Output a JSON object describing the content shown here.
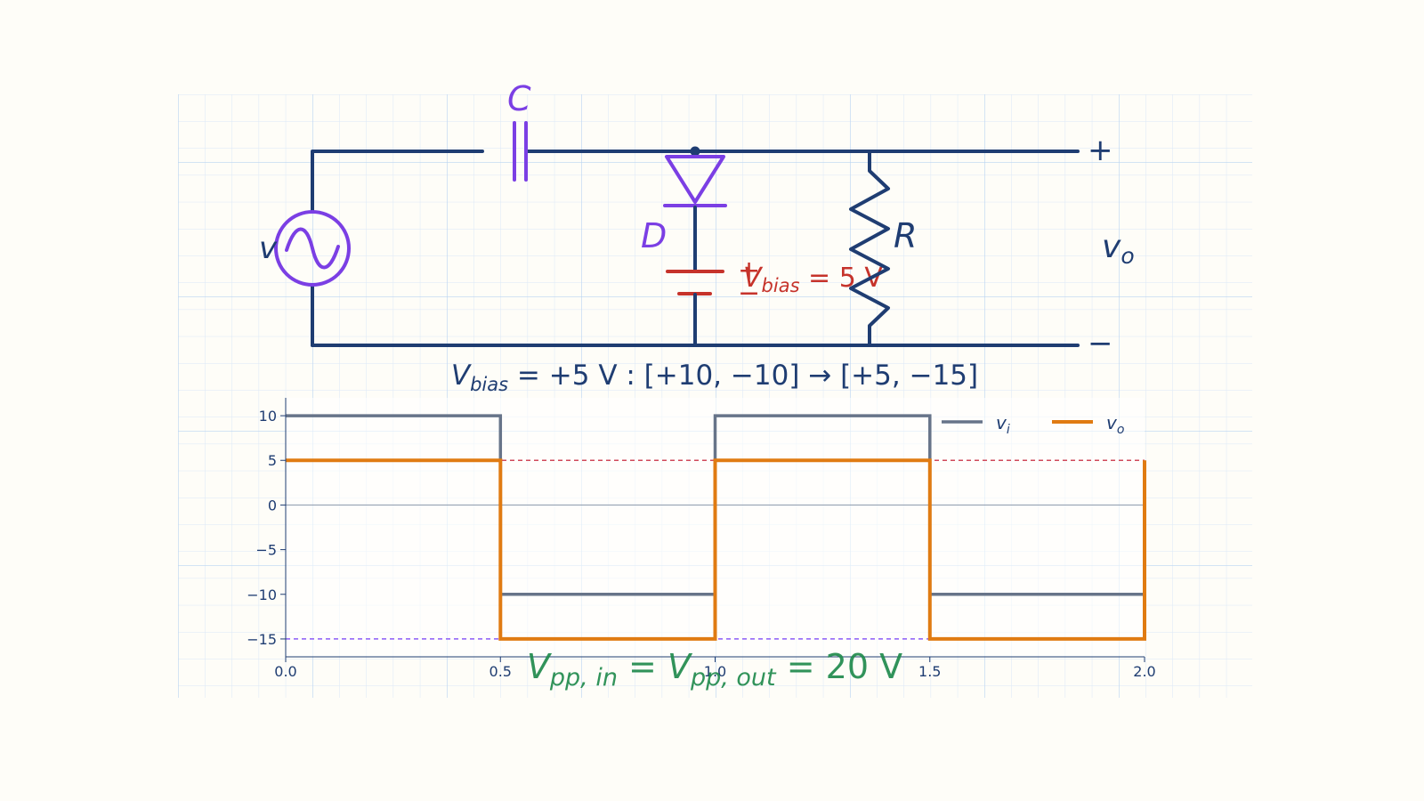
{
  "circuit": {
    "source_label": "v",
    "cap_label": "C",
    "diode_label": "D",
    "resistor_label": "R",
    "out_plus": "+",
    "out_minus": "−",
    "out_label": "v",
    "out_sub": "o",
    "batt_plus": "+",
    "batt_minus": "−",
    "batt_label_main": "V",
    "batt_label_sub": "bias",
    "batt_label_value": " = 5 V"
  },
  "equation_top": {
    "v": "V",
    "sub": "bias",
    "rest": " = +5 V :  [+10, −10] → [+5, −15]"
  },
  "equation_bottom": {
    "v1": "V",
    "sub1": "pp, in",
    "mid": " = ",
    "v2": "V",
    "sub2": "pp, out",
    "rest": " = 20 V"
  },
  "colors": {
    "wire": "#1f3d72",
    "component": "#7b3fe4",
    "battery": "#c6332b",
    "vi": "#677489",
    "vo": "#e07b12",
    "ref_high": "#d0495a",
    "ref_low": "#8b5cf6",
    "equation_bottom": "#1f8a4c"
  },
  "chart_data": {
    "type": "line",
    "xlim": [
      0,
      2
    ],
    "ylim": [
      -17,
      12
    ],
    "xticks": [
      "0.0",
      "0.5",
      "1.0",
      "1.5",
      "2.0"
    ],
    "xtick_values": [
      0,
      0.5,
      1.0,
      1.5,
      2.0
    ],
    "yticks": [
      "10",
      "5",
      "0",
      "−5",
      "−10",
      "−15"
    ],
    "ytick_values": [
      10,
      5,
      0,
      -5,
      -10,
      -15
    ],
    "series": [
      {
        "name": "v",
        "sub": "i",
        "x": [
          0,
          0.5,
          0.5,
          1.0,
          1.0,
          1.5,
          1.5,
          2.0
        ],
        "y": [
          10,
          10,
          -10,
          -10,
          10,
          10,
          -10,
          -10
        ]
      },
      {
        "name": "v",
        "sub": "o",
        "x": [
          0,
          0.5,
          0.5,
          1.0,
          1.0,
          1.5,
          1.5,
          2.0,
          2.0
        ],
        "y": [
          5,
          5,
          -15,
          -15,
          5,
          5,
          -15,
          -15,
          5
        ]
      }
    ],
    "reference_lines": [
      5,
      -15
    ],
    "zero_line": true,
    "legend": "top-right"
  }
}
